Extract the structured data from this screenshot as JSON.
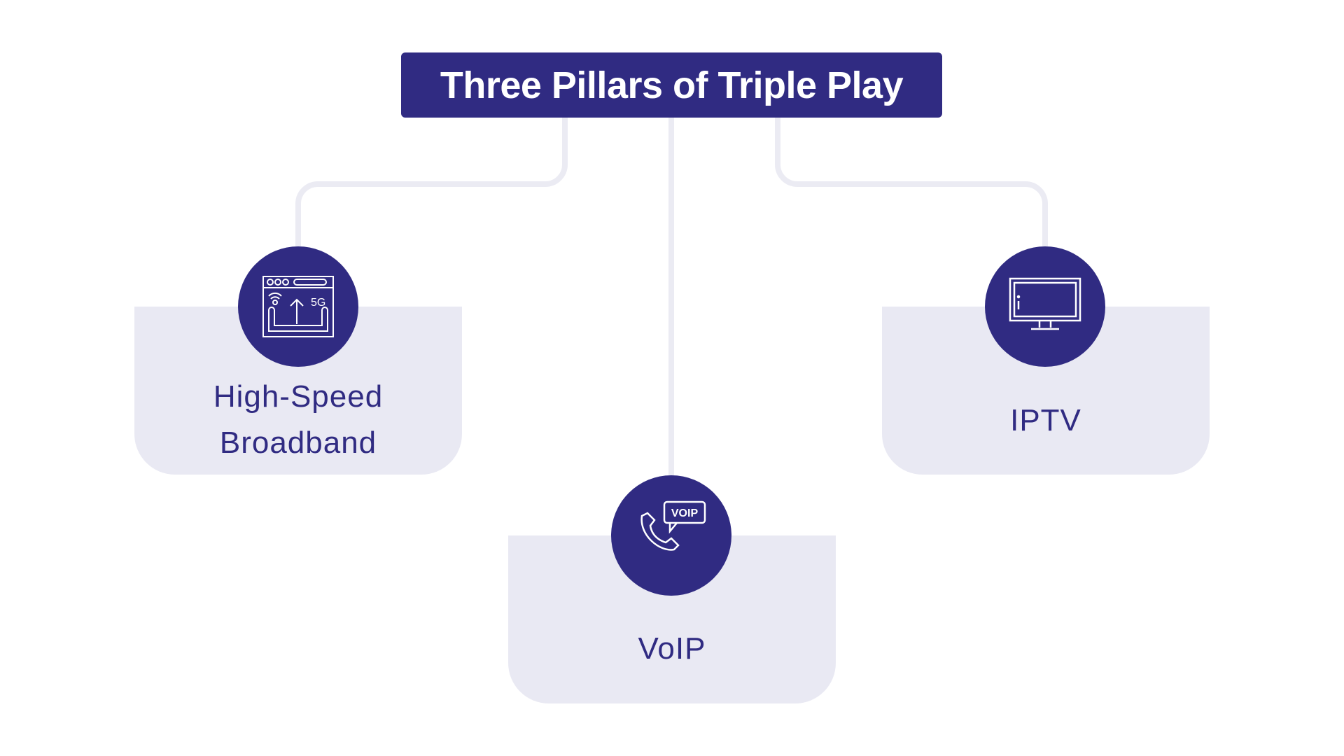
{
  "title": "Three Pillars of Triple Play",
  "pillars": [
    {
      "label_line1": "High-Speed",
      "label_line2": "Broadband",
      "icon": "broadband-5g-icon"
    },
    {
      "label": "VoIP",
      "icon": "voip-phone-icon",
      "icon_text": "VOIP"
    },
    {
      "label": "IPTV",
      "icon": "tv-monitor-icon"
    }
  ],
  "colors": {
    "primary": "#302b82",
    "card": "#e9e9f3",
    "connector": "#ebebf3"
  }
}
